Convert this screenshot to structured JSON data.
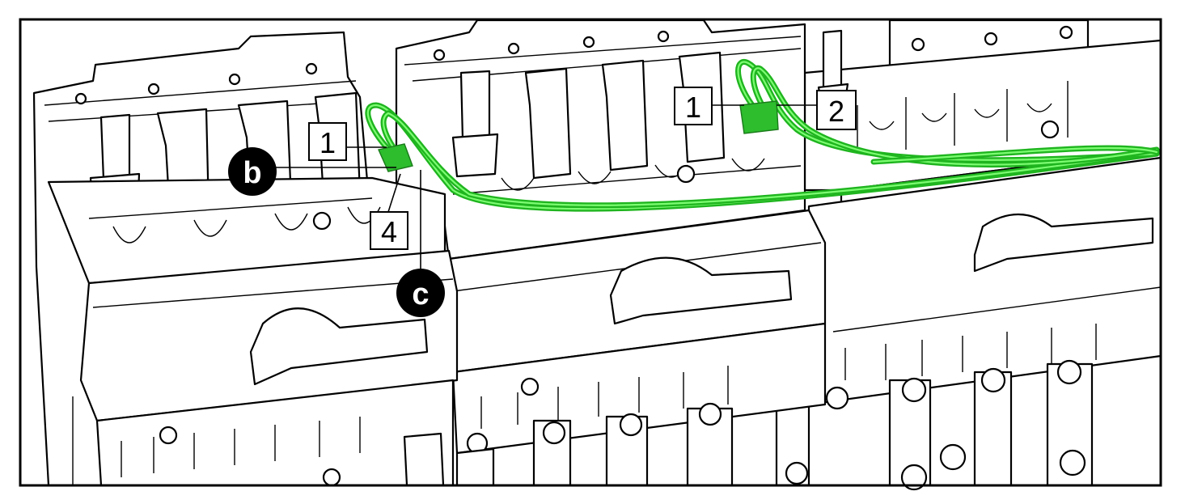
{
  "labels": {
    "callout_1_left": "1",
    "callout_1_right": "1",
    "callout_2": "2",
    "callout_4": "4",
    "marker_b": "b",
    "marker_c": "c"
  },
  "colors": {
    "wire_dark": "#1fb51f",
    "wire_light": "#7dfc72",
    "line": "#000000",
    "background": "#ffffff"
  }
}
